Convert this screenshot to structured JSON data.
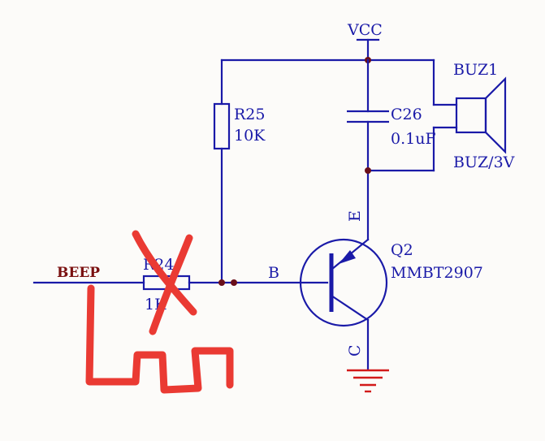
{
  "labels": {
    "vcc": "VCC",
    "buzzer_ref": "BUZ1",
    "buzzer_value": "BUZ/3V",
    "r25_ref": "R25",
    "r25_value": "10K",
    "c26_ref": "C26",
    "c26_value": "0.1uF",
    "r24_ref": "R24",
    "r24_value": "1K",
    "beep_net": "BEEP",
    "base_pin": "B",
    "emitter_pin": "E",
    "collector_pin": "C",
    "q2_ref": "Q2",
    "q2_value": "MMBT2907"
  },
  "colors": {
    "wire": "#1a1aa8",
    "net_label": "#7a1010",
    "node": "#6a0f1a",
    "ground": "#d21a1a",
    "handwritten_mark": "#ea3a33",
    "background": "#fcfbf9"
  }
}
